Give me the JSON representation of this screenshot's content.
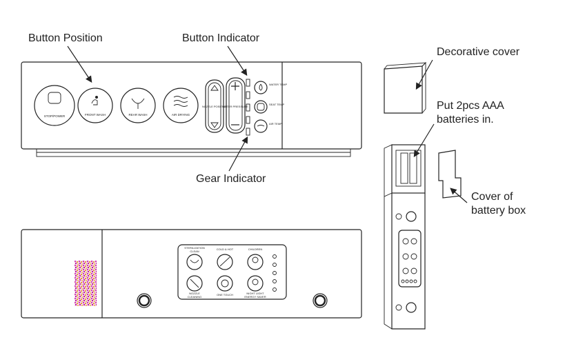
{
  "callouts": {
    "button_position": "Button Position",
    "button_indicator": "Button Indicator",
    "gear_indicator": "Gear Indicator",
    "decorative_cover": "Decorative cover",
    "batteries_line1": "Put 2pcs AAA",
    "batteries_line2": "batteries in.",
    "battery_cover_line1": "Cover of",
    "battery_cover_line2": "battery box"
  },
  "top_panel": {
    "stop_power": "STOP/POWER",
    "front_wash": "FRONT WASH",
    "rear_wash": "REAR WASH",
    "air_drying": "AIR DRYING",
    "water_temp": "WATER TEMP",
    "seat_temp": "SEAT TEMP",
    "air_temp": "AIR TEMP",
    "nozzle_position": "NOZZLE POSITION",
    "water_pressure": "WATER PRESSURE"
  },
  "bottom_panel": {
    "sterilization_clean_1": "STERILIZATION",
    "sterilization_clean_2": "CLEAN",
    "cold_hot": "COLD & HOT",
    "children": "CHILDREN",
    "nozzle_cleaning_1": "NOZZLE",
    "nozzle_cleaning_2": "CLEANING",
    "one_touch": "ONE TOUCH",
    "night_light_1": "NIGHT LIGHT",
    "night_light_2": "ENERGY SAVER"
  }
}
